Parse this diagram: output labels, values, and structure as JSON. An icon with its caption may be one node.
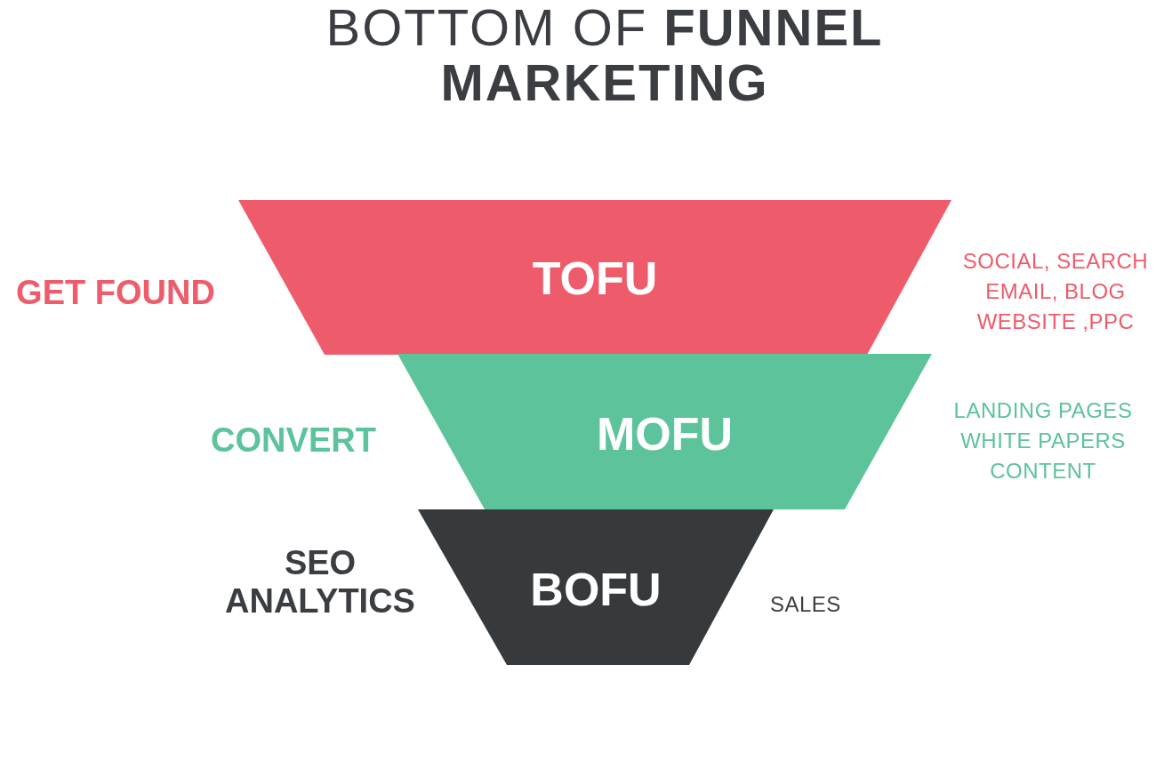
{
  "diagram": {
    "title": "BOTTOM OF **FUNNEL MARKETING**",
    "nodes": [
      {
        "text": [
          "TOFU"
        ],
        "beside": [
          "GET FOUND",
          "SOCIAL, SEARCH EMAIL, BLOG WEBSITE ,PPC"
        ]
      },
      {
        "text": [
          "MOFU"
        ],
        "beside": [
          "CONVERT",
          "LANDING PAGES WHITE PAPERS CONTENT"
        ]
      },
      {
        "text": [
          "BOFU"
        ],
        "beside": [
          "SEO ANALYTICS",
          "SALES"
        ]
      }
    ]
  }
}
